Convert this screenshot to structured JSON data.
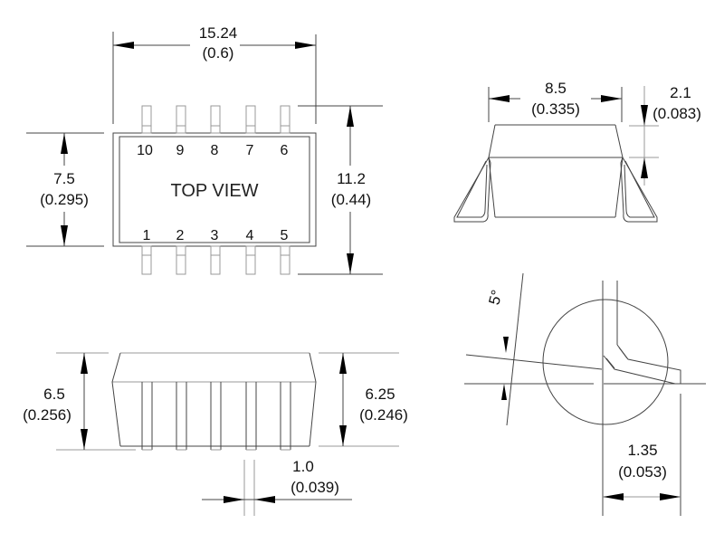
{
  "top_view": {
    "label": "TOP VIEW",
    "pins_top": [
      "10",
      "9",
      "8",
      "7",
      "6"
    ],
    "pins_bottom": [
      "1",
      "2",
      "3",
      "4",
      "5"
    ],
    "width_mm": "15.24",
    "width_in": "(0.6)",
    "body_mm": "7.5",
    "body_in": "(0.295)",
    "span_mm": "11.2",
    "span_in": "(0.44)"
  },
  "side_view": {
    "height_mm": "6.5",
    "height_in": "(0.256)",
    "body_height_mm": "6.25",
    "body_height_in": "(0.246)",
    "pin_width_mm": "1.0",
    "pin_width_in": "(0.039)"
  },
  "end_view": {
    "width_mm": "8.5",
    "width_in": "(0.335)",
    "standoff_mm": "2.1",
    "standoff_in": "(0.083)"
  },
  "detail_view": {
    "angle": "5°",
    "lead_mm": "1.35",
    "lead_in": "(0.053)"
  }
}
